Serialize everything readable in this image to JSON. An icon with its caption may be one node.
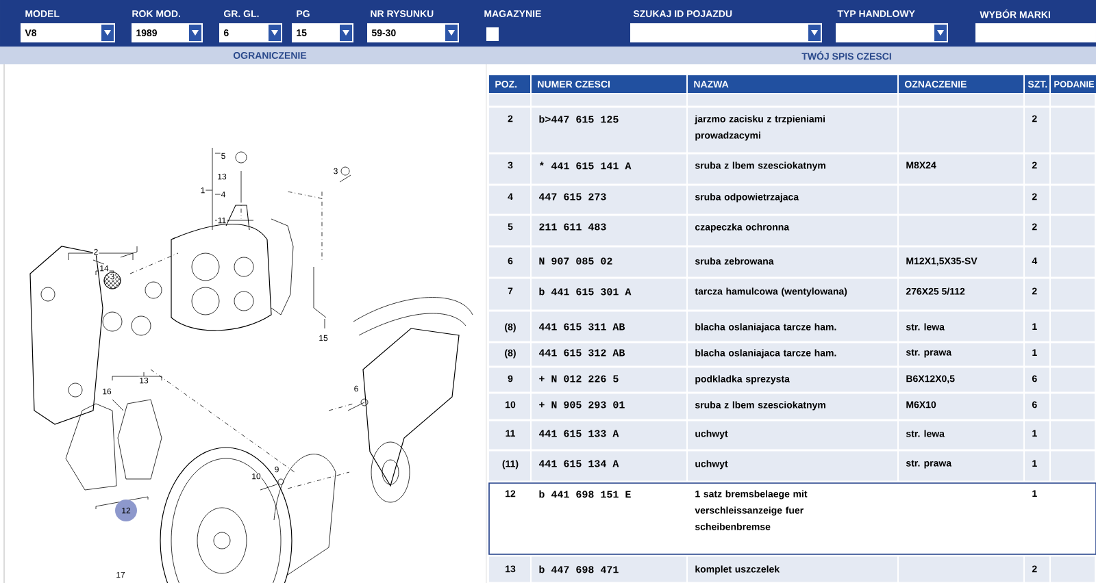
{
  "diagram": {
    "labels": [
      "MODEL",
      "ROK MOD.",
      "GR. GL.",
      "PG",
      "NR RYSUNKU",
      "MAGAZYNIE",
      "SZUKAJ ID POJAZDU",
      "TYP HANDLOWY",
      "WYBÓR MARKI",
      "V8",
      "1989",
      "6",
      "15",
      "59-30",
      "OGRANICZENIE",
      "TWÓJ SPIS CZESCI",
      "5",
      "3",
      "13",
      "1",
      "4",
      "11",
      "2",
      "14",
      "3",
      "15",
      "13",
      "6",
      "16",
      "9",
      "10",
      "12",
      "17",
      "POZ.",
      "NUMER CZESCI",
      "NAZWA",
      "OZNACZENIE",
      "SZT.",
      "PODANIE",
      "2",
      "b>447 615 125",
      "jarzmo zacisku z trzpieniami prowadzacymi",
      "2",
      "3",
      "* 441 615 141 A",
      "sruba z lbem szesciokatnym",
      "M8X24",
      "2",
      "4",
      "447 615 273",
      "sruba odpowietrzajaca",
      "2",
      "5",
      "211 611 483",
      "czapeczka ochronna",
      "2",
      "6",
      "N 907 085 02",
      "sruba zebrowana",
      "M12X1,5X35-SV",
      "4",
      "7",
      "b 441 615 301 A",
      "tarcza hamulcowa (wentylowana)",
      "276X25 5/112",
      "2",
      "(8)",
      "441 615 311 AB",
      "blacha oslaniajaca tarcze ham.",
      "str. lewa",
      "1",
      "(8)",
      "441 615 312 AB",
      "blacha oslaniajaca tarcze ham.",
      "str. prawa",
      "1",
      "9",
      "+ N 012 226 5",
      "podkladka sprezysta",
      "B6X12X0,5",
      "6",
      "10",
      "+ N 905 293 01",
      "sruba z lbem szesciokatnym",
      "M6X10",
      "6",
      "11",
      "441 615 133 A",
      "uchwyt",
      "str. lewa",
      "1",
      "(11)",
      "441 615 134 A",
      "uchwyt",
      "str. prawa",
      "1",
      "12",
      "b 441 698 151 E",
      "1 satz bremsbelaege mit verschleissanzeige fuer scheibenbremse",
      "1",
      "13",
      "b 447 698 471",
      "komplet uszczelek",
      "2"
    ]
  }
}
